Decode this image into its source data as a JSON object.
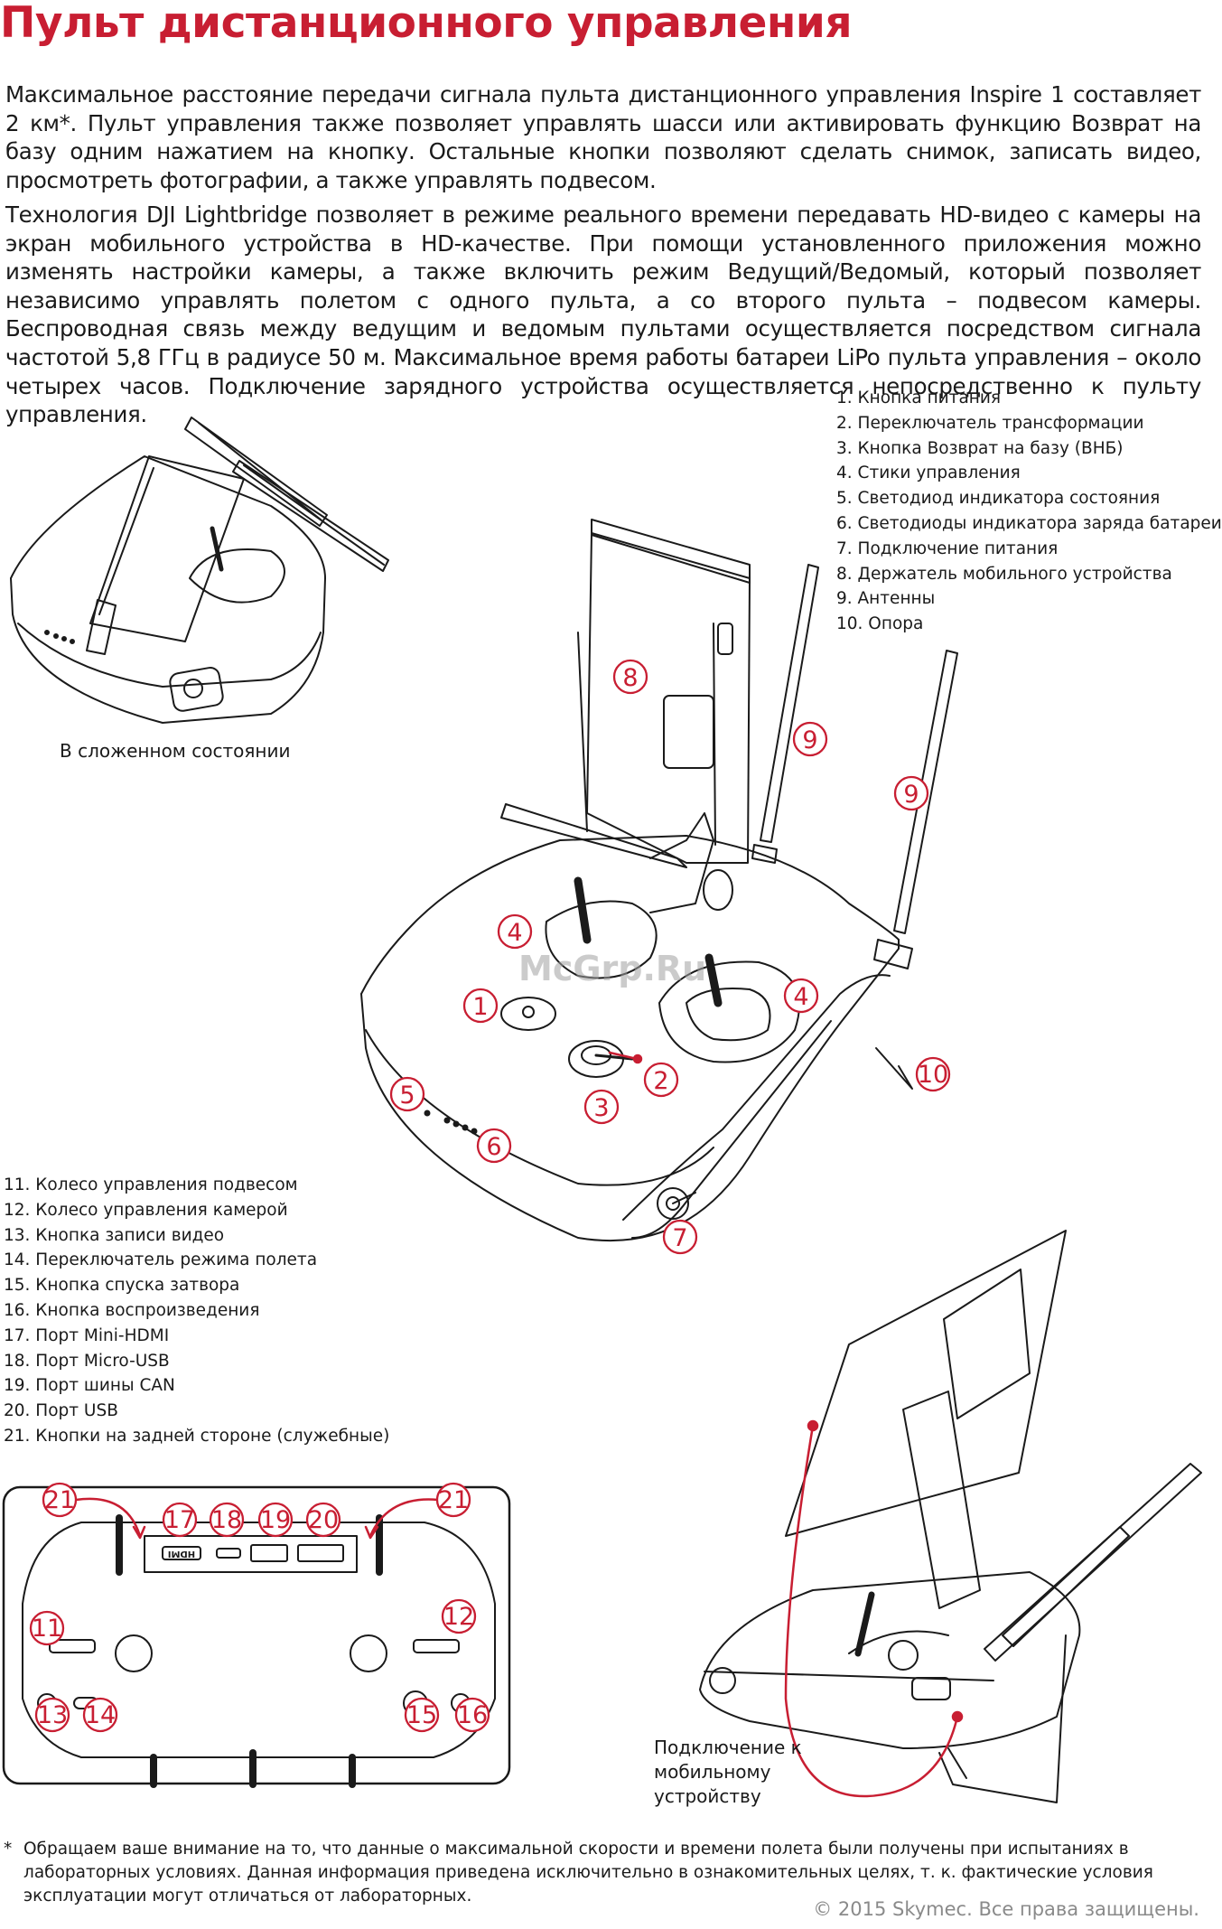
{
  "title": "Пульт дистанционного управления",
  "paragraphs": [
    "Максимальное расстояние передачи сигнала пульта дистанционного управления Inspire 1 составляет 2 км*. Пульт управления также позволяет управлять шасси или активировать функцию Возврат на базу одним нажатием на кнопку. Остальные кнопки позволяют сделать снимок, записать видео, просмотреть фотогра­фии, а также управлять подвесом.",
    "Технология DJI Lightbridge позволяет в режиме реального времени передавать HD-видео с камеры на экран мобильного устройства в HD-качестве. При помощи установленного приложения можно изменять настройки камеры, а также включить режим Ведущий/Ведомый, который позволяет независимо управлять полетом с одного пульта, а со второго пульта – подвесом камеры. Беспроводная связь между ведущим и ведомым пультами осуществляется посредством сигнала частотой 5,8 ГГц в радиусе 50 м. Максимальное время работы батареи LiPo пульта управления – около четырех часов. Подключение зарядного устройства осуществляется непосредственно к пульту управления."
  ],
  "legend_top": [
    "1. Кнопка питания",
    "2. Переключатель трансформации",
    "3. Кнопка Возврат на базу (ВНБ)",
    "4. Стики управления",
    "5. Светодиод индикатора состояния",
    "6. Светодиоды индикатора заряда батареи",
    "7. Подключение питания",
    "8. Держатель мобильного устройства",
    "9. Антенны",
    "10. Опора"
  ],
  "legend_bottom": [
    "11. Колесо управления подвесом",
    "12. Колесо управления камерой",
    "13. Кнопка записи видео",
    "14. Переключатель режима полета",
    "15. Кнопка спуска затвора",
    "16. Кнопка воспроизведения",
    "17. Порт Mini-HDMI",
    "18. Порт Micro-USB",
    "19. Порт шины CAN",
    "20. Порт USB",
    "21. Кнопки на задней стороне (служебные)"
  ],
  "captions": {
    "folded": "В сложенном состоянии",
    "mobile": "Подключение к мобильному устройству"
  },
  "markers": {
    "m1": "1",
    "m2": "2",
    "m3": "3",
    "m4a": "4",
    "m4b": "4",
    "m5": "5",
    "m6": "6",
    "m7": "7",
    "m8": "8",
    "m9a": "9",
    "m9b": "9",
    "m10": "10",
    "m11": "11",
    "m12": "12",
    "m13": "13",
    "m14": "14",
    "m15": "15",
    "m16": "16",
    "m17": "17",
    "m18": "18",
    "m19": "19",
    "m20": "20",
    "m21a": "21",
    "m21b": "21"
  },
  "port_label_hdmi": "HDMI",
  "watermark": "McGrp.Ru",
  "footnote": {
    "star": "*",
    "text": "Обращаем ваше внимание на то, что данные о максимальной скорости и времени полета были получены при испытаниях в лабораторных условиях. Данная информация приведена исключительно в ознакомительных целях, т. к. фактические условия эксплуатации могут отличаться от лабораторных."
  },
  "copyright": "© 2015 Skymec. Все права защищены.",
  "colors": {
    "accent": "#c81e32",
    "text": "#1a1a1a",
    "muted": "#8a8a8a"
  }
}
